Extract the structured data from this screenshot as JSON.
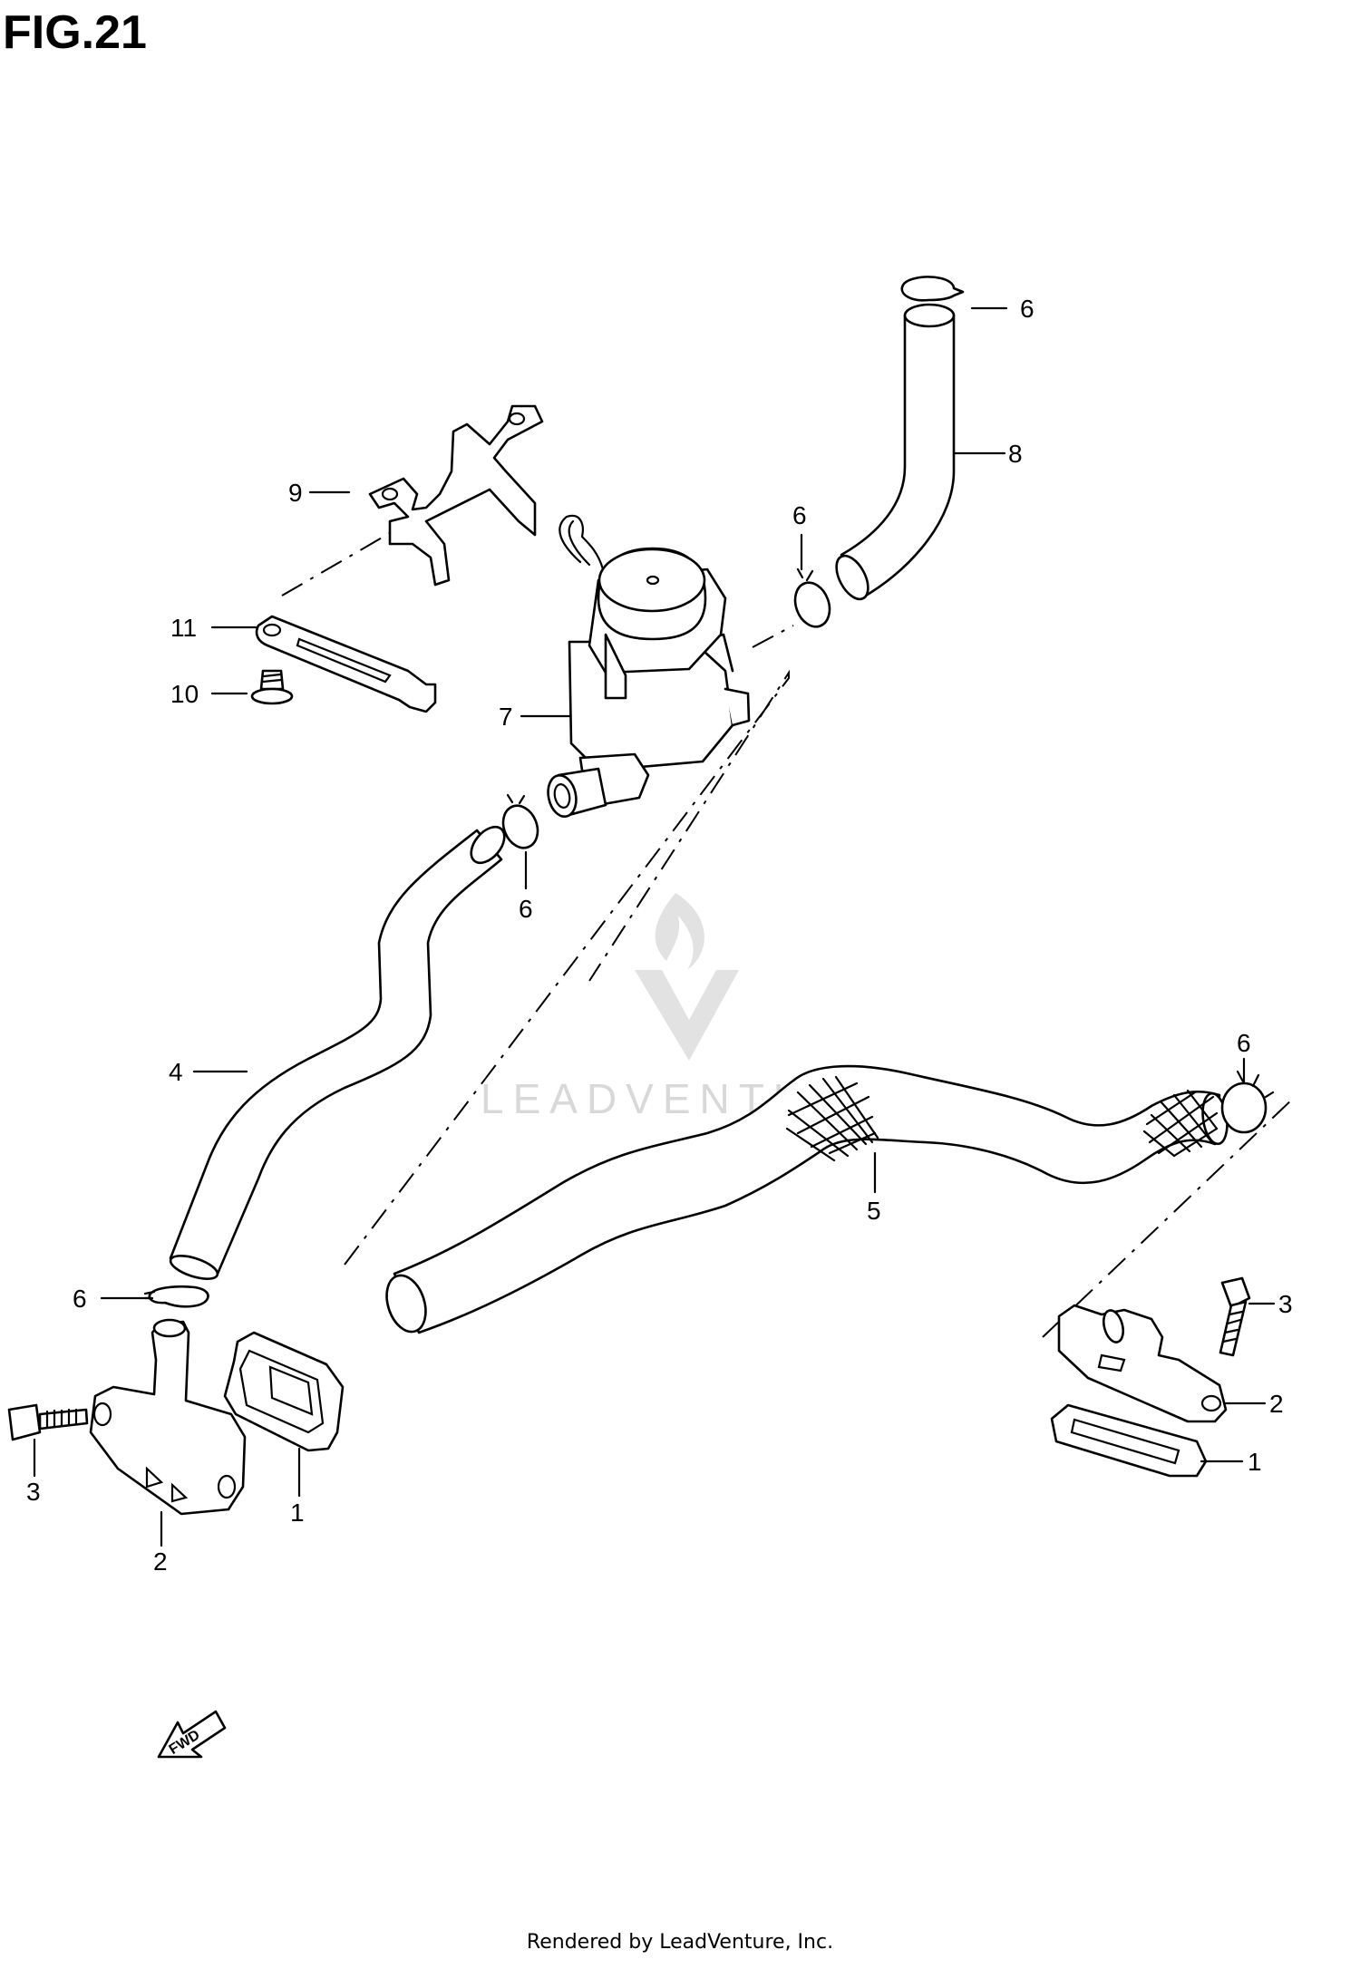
{
  "figure": {
    "title": "FIG.21"
  },
  "watermark": {
    "brand": "LEADVENTURE"
  },
  "callouts": [
    {
      "id": "c1a",
      "label": "1"
    },
    {
      "id": "c1b",
      "label": "1"
    },
    {
      "id": "c2a",
      "label": "2"
    },
    {
      "id": "c2b",
      "label": "2"
    },
    {
      "id": "c3a",
      "label": "3"
    },
    {
      "id": "c3b",
      "label": "3"
    },
    {
      "id": "c4",
      "label": "4"
    },
    {
      "id": "c5",
      "label": "5"
    },
    {
      "id": "c6a",
      "label": "6"
    },
    {
      "id": "c6b",
      "label": "6"
    },
    {
      "id": "c6c",
      "label": "6"
    },
    {
      "id": "c6d",
      "label": "6"
    },
    {
      "id": "c6e",
      "label": "6"
    },
    {
      "id": "c7",
      "label": "7"
    },
    {
      "id": "c8",
      "label": "8"
    },
    {
      "id": "c9",
      "label": "9"
    },
    {
      "id": "c10",
      "label": "10"
    },
    {
      "id": "c11",
      "label": "11"
    }
  ],
  "fwd_arrow": {
    "label": "FWD"
  },
  "footer": {
    "text": "Rendered by LeadVenture, Inc."
  }
}
